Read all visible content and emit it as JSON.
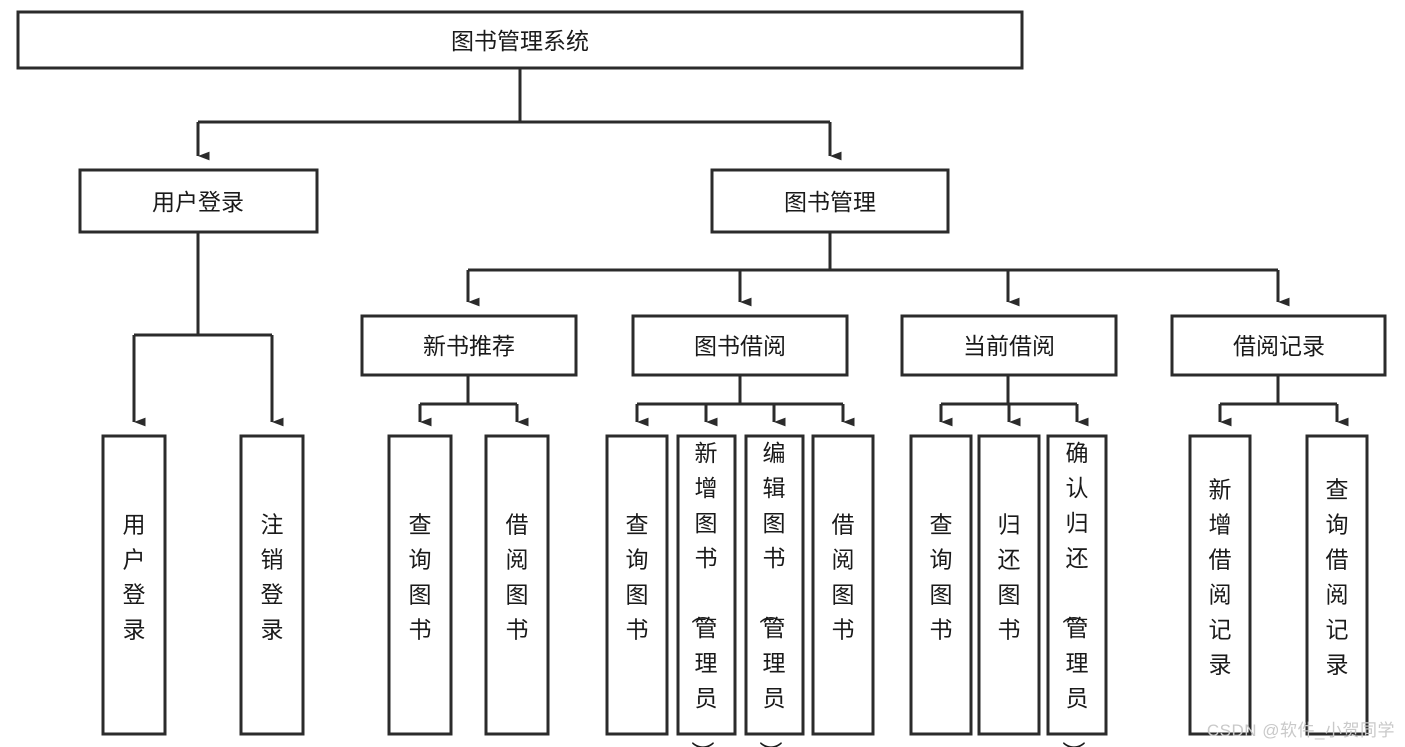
{
  "diagram": {
    "title": "图书管理系统",
    "type": "tree",
    "orientation": "top-down",
    "colors": {
      "node_fill": "#ffffff",
      "node_stroke": "#2b2b2b",
      "connector": "#2b2b2b",
      "text": "#1a1a1a",
      "watermark": "#c9c9c9",
      "background": "#ffffff"
    },
    "root": {
      "label": "图书管理系统"
    },
    "level2": [
      {
        "label": "用户登录"
      },
      {
        "label": "图书管理"
      }
    ],
    "level3": [
      {
        "label": "新书推荐"
      },
      {
        "label": "图书借阅"
      },
      {
        "label": "当前借阅"
      },
      {
        "label": "借阅记录"
      }
    ],
    "leaves": {
      "user_login": [
        {
          "label": "用户登录"
        },
        {
          "label": "注销登录"
        }
      ],
      "new_book_recommend": [
        {
          "label": "查询图书"
        },
        {
          "label": "借阅图书"
        }
      ],
      "book_borrow": [
        {
          "label": "查询图书"
        },
        {
          "label": "新增图书（管理员）"
        },
        {
          "label": "编辑图书（管理员）"
        },
        {
          "label": "借阅图书"
        }
      ],
      "current_borrow": [
        {
          "label": "查询图书"
        },
        {
          "label": "归还图书"
        },
        {
          "label": "确认归还（管理员）"
        }
      ],
      "borrow_records": [
        {
          "label": "新增借阅记录"
        },
        {
          "label": "查询借阅记录"
        }
      ]
    }
  },
  "watermark": {
    "text": "CSDN @软件_小贺同学"
  }
}
